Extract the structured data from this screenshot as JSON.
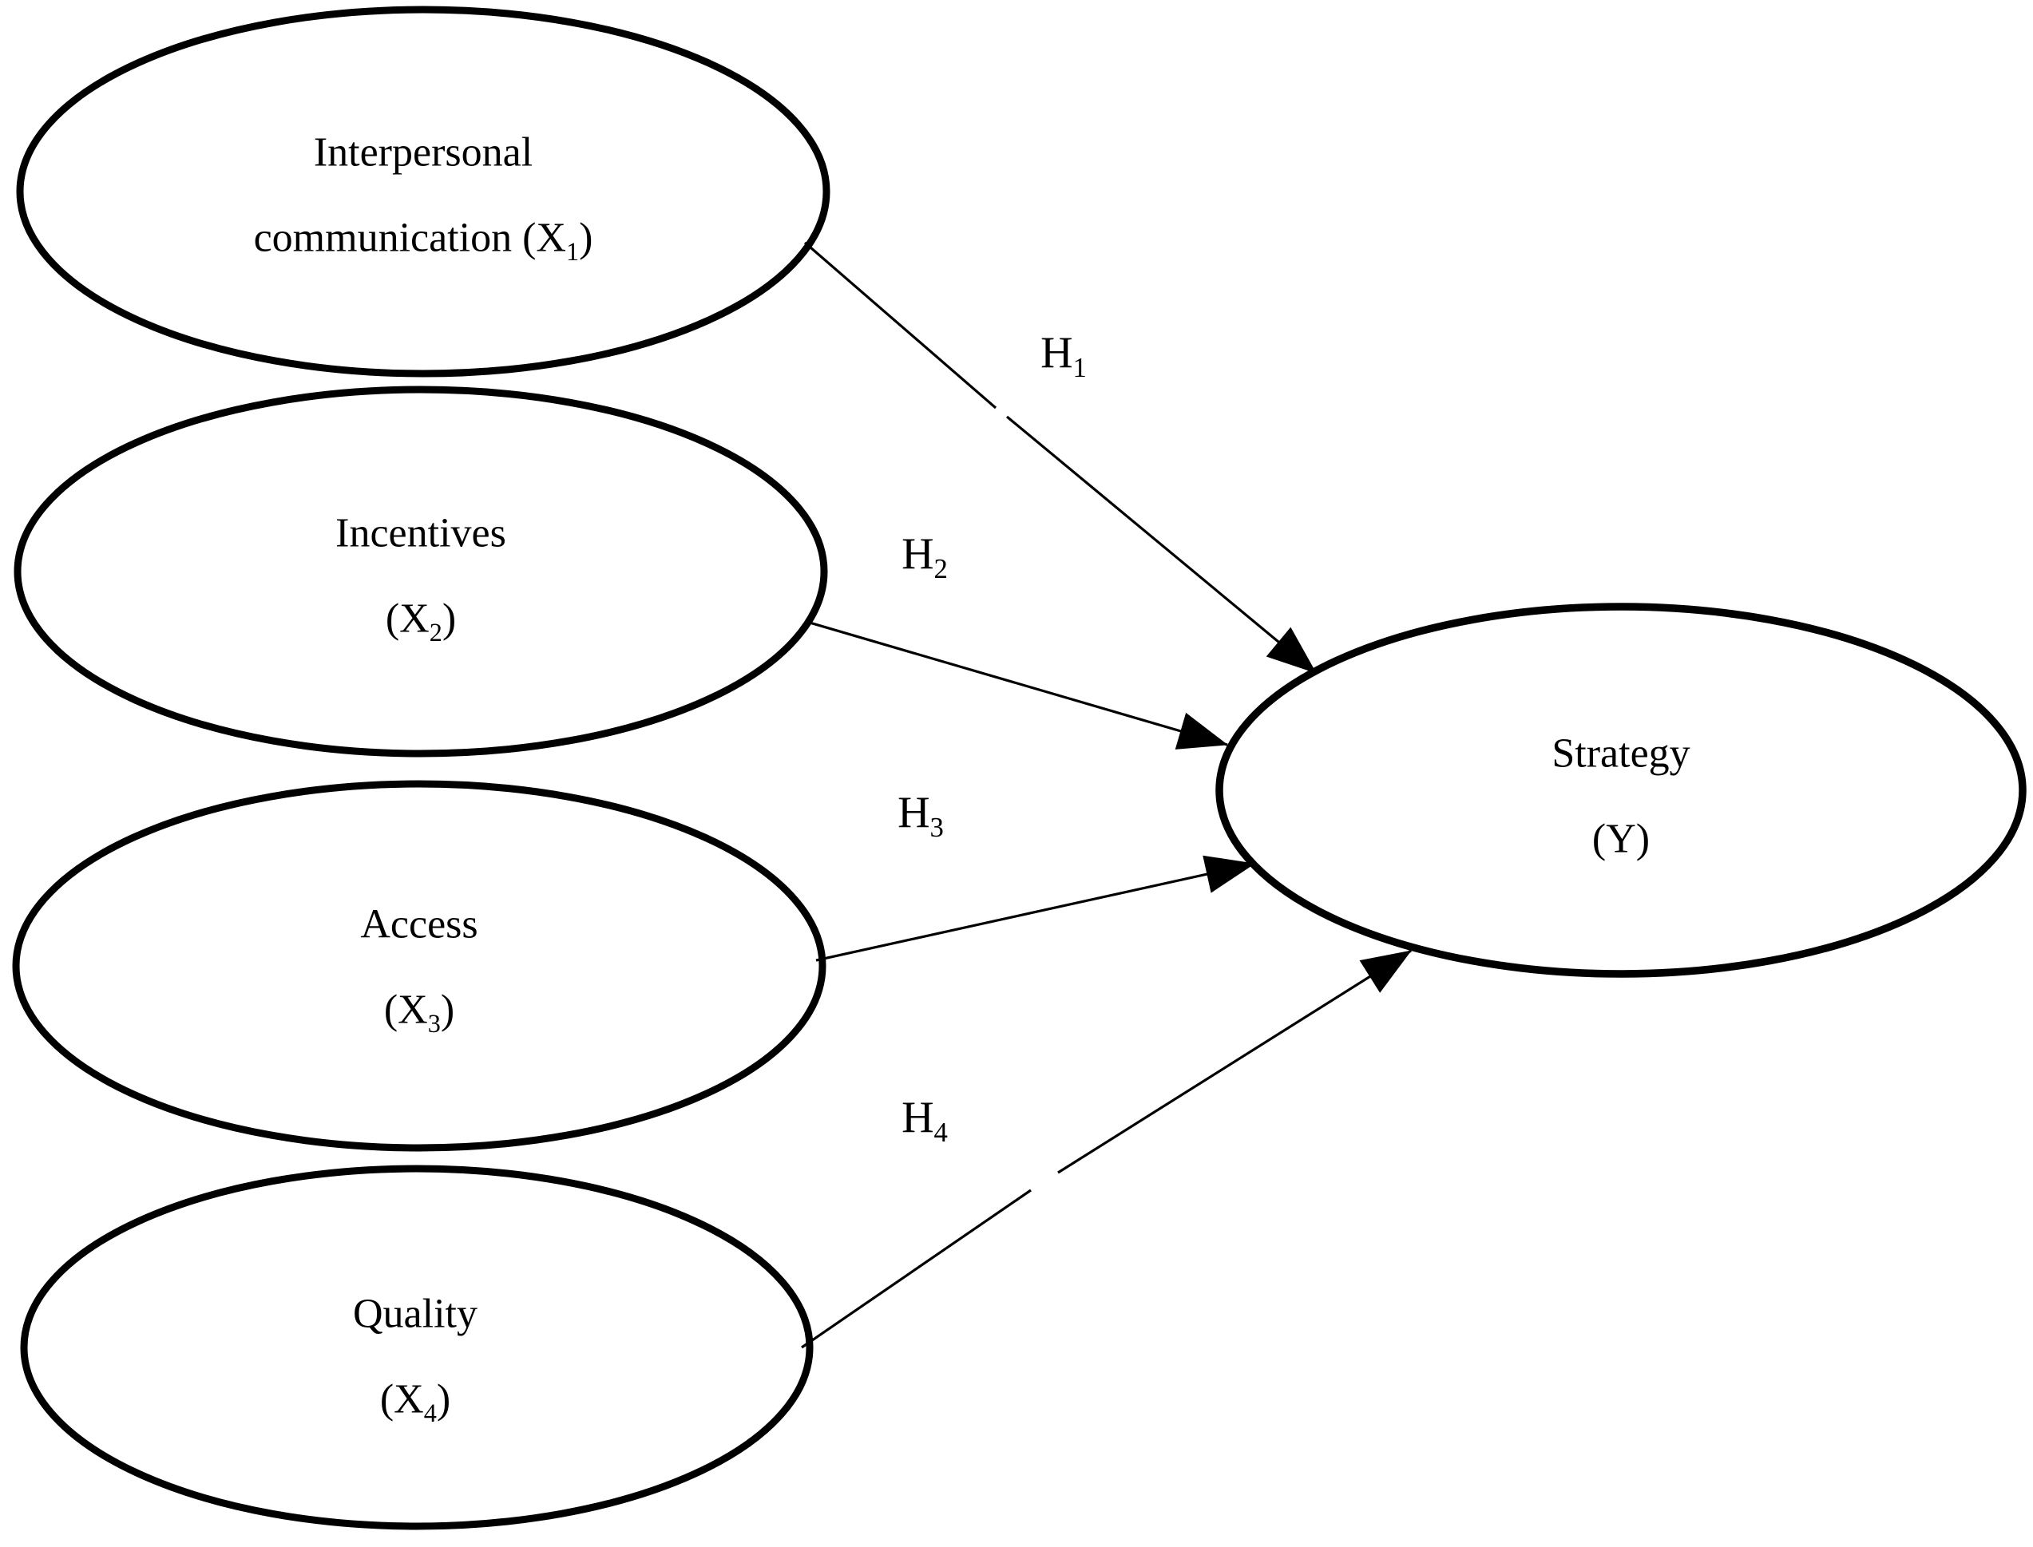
{
  "diagram": {
    "background_color": "#ffffff",
    "ink_color": "#000000",
    "nodes": [
      {
        "id": "x1",
        "lines": {
          "l1": "Interpersonal",
          "l2_pre": "communication (X",
          "l2_sub": "1",
          "l2_post": ")"
        }
      },
      {
        "id": "x2",
        "lines": {
          "l1": "Incentives",
          "l2_pre": "(X",
          "l2_sub": "2",
          "l2_post": ")"
        }
      },
      {
        "id": "x3",
        "lines": {
          "l1": "Access",
          "l2_pre": "(X",
          "l2_sub": "3",
          "l2_post": ")"
        }
      },
      {
        "id": "x4",
        "lines": {
          "l1": "Quality",
          "l2_pre": "(X",
          "l2_sub": "4",
          "l2_post": ")"
        }
      },
      {
        "id": "y",
        "lines": {
          "l1": "Strategy",
          "l2_pre": "(Y",
          "l2_sub": "",
          "l2_post": ")"
        }
      }
    ],
    "edges": [
      {
        "id": "h1",
        "from": "x1",
        "to": "y",
        "label": {
          "base": "H",
          "sub": "1"
        }
      },
      {
        "id": "h2",
        "from": "x2",
        "to": "y",
        "label": {
          "base": "H",
          "sub": "2"
        }
      },
      {
        "id": "h3",
        "from": "x3",
        "to": "y",
        "label": {
          "base": "H",
          "sub": "3"
        }
      },
      {
        "id": "h4",
        "from": "x4",
        "to": "y",
        "label": {
          "base": "H",
          "sub": "4"
        }
      }
    ]
  }
}
